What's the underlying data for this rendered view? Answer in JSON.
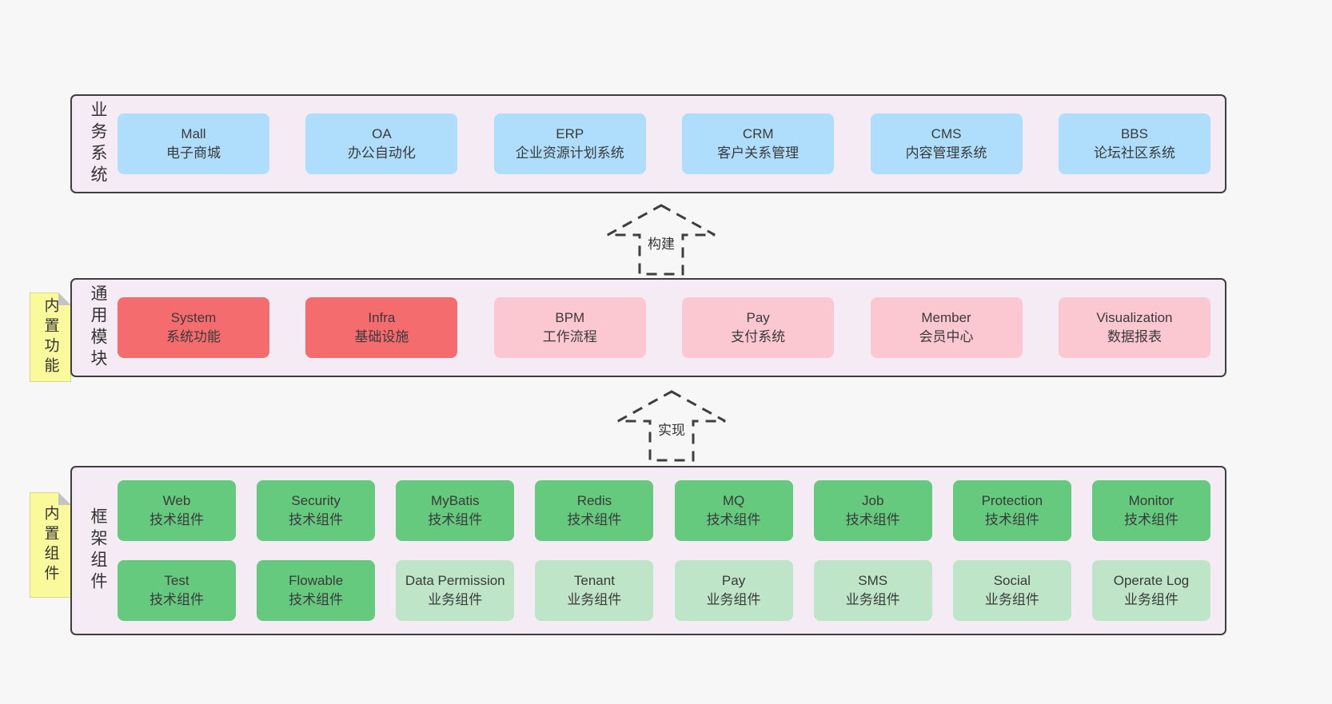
{
  "colors": {
    "page_bg": "#f7f7f7",
    "layer_bg": "#f5ebf4",
    "line": "#3f3f3f",
    "blue": "#aedefb",
    "red": "#f56c6e",
    "pink": "#fbc8d1",
    "green": "#65c97e",
    "light_green": "#bee5c7",
    "note_yellow": "#fafa9d",
    "fold_gray": "#c4c4c4"
  },
  "arrows": [
    {
      "label": "构建"
    },
    {
      "label": "实现"
    }
  ],
  "layers": [
    {
      "label": "业务系统",
      "boxes": [
        {
          "en": "Mall",
          "zh": "电子商城"
        },
        {
          "en": "OA",
          "zh": "办公自动化"
        },
        {
          "en": "ERP",
          "zh": "企业资源计划系统"
        },
        {
          "en": "CRM",
          "zh": "客户关系管理"
        },
        {
          "en": "CMS",
          "zh": "内容管理系统"
        },
        {
          "en": "BBS",
          "zh": "论坛社区系统"
        }
      ]
    },
    {
      "label": "通用模块",
      "note": "内置功能",
      "boxes": [
        {
          "en": "System",
          "zh": "系统功能"
        },
        {
          "en": "Infra",
          "zh": "基础设施"
        },
        {
          "en": "BPM",
          "zh": "工作流程"
        },
        {
          "en": "Pay",
          "zh": "支付系统"
        },
        {
          "en": "Member",
          "zh": "会员中心"
        },
        {
          "en": "Visualization",
          "zh": "数据报表"
        }
      ]
    },
    {
      "label": "框架组件",
      "note": "内置组件",
      "rows": [
        [
          {
            "en": "Web",
            "zh": "技术组件"
          },
          {
            "en": "Security",
            "zh": "技术组件"
          },
          {
            "en": "MyBatis",
            "zh": "技术组件"
          },
          {
            "en": "Redis",
            "zh": "技术组件"
          },
          {
            "en": "MQ",
            "zh": "技术组件"
          },
          {
            "en": "Job",
            "zh": "技术组件"
          },
          {
            "en": "Protection",
            "zh": "技术组件"
          },
          {
            "en": "Monitor",
            "zh": "技术组件"
          }
        ],
        [
          {
            "en": "Test",
            "zh": "技术组件"
          },
          {
            "en": "Flowable",
            "zh": "技术组件"
          },
          {
            "en": "Data Permission",
            "zh": "业务组件"
          },
          {
            "en": "Tenant",
            "zh": "业务组件"
          },
          {
            "en": "Pay",
            "zh": "业务组件"
          },
          {
            "en": "SMS",
            "zh": "业务组件"
          },
          {
            "en": "Social",
            "zh": "业务组件"
          },
          {
            "en": "Operate Log",
            "zh": "业务组件"
          }
        ]
      ]
    }
  ]
}
